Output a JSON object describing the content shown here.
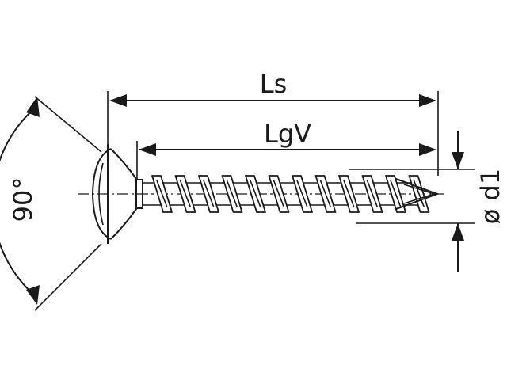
{
  "drawing": {
    "angle_label": "90°",
    "overall_length_label": "Ls",
    "thread_length_label": "LgV",
    "diameter_label": "ø d1"
  },
  "colors": {
    "line": "#1a1a1a",
    "background": "#ffffff"
  }
}
